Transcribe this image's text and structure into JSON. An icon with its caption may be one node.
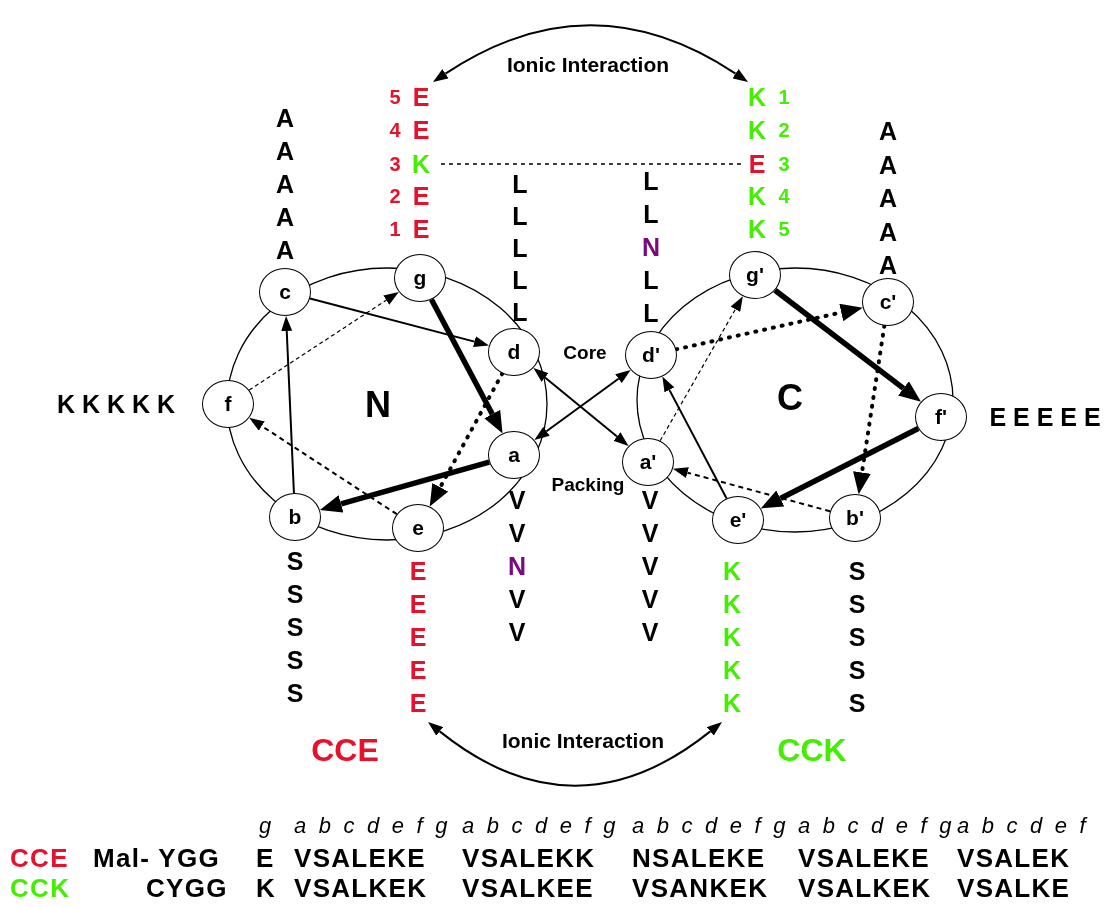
{
  "diagram": {
    "nodes": [
      {
        "text": [
          "c"
        ],
        "beside": [
          "A",
          "A",
          "A",
          "A",
          "A"
        ]
      },
      {
        "text": [
          "g"
        ]
      },
      {
        "text": [
          "d"
        ],
        "beside": [
          "L",
          "L",
          "L",
          "L",
          "L"
        ]
      },
      {
        "text": [
          "f"
        ],
        "beside": [
          "K K K K K"
        ]
      },
      {
        "text": [
          "a"
        ],
        "beside": [
          "V",
          "V",
          "N",
          "V",
          "V"
        ]
      },
      {
        "text": [
          "b"
        ],
        "beside": [
          "S",
          "S",
          "S",
          "S",
          "S"
        ]
      },
      {
        "text": [
          "e"
        ]
      },
      {
        "text": [
          "g'"
        ]
      },
      {
        "text": [
          "c'"
        ],
        "beside": [
          "A",
          "A",
          "A",
          "A",
          "A"
        ]
      },
      {
        "text": [
          "d'"
        ],
        "beside": [
          "L",
          "L",
          "N",
          "L",
          "L"
        ]
      },
      {
        "text": [
          "f'"
        ],
        "beside": [
          "E E E E E"
        ]
      },
      {
        "text": [
          "a'"
        ],
        "beside": [
          "V",
          "V",
          "V",
          "V",
          "V"
        ]
      },
      {
        "text": [
          "e'"
        ]
      },
      {
        "text": [
          "b'"
        ],
        "beside": [
          "S",
          "S",
          "S",
          "S",
          "S"
        ]
      },
      {
        "text": [
          "5",
          "E",
          "4",
          "E",
          "3",
          "K",
          "2",
          "E",
          "1",
          "E"
        ]
      },
      {
        "text": [
          "K",
          "1",
          "K",
          "2",
          "E",
          "3",
          "K",
          "4",
          "K",
          "5"
        ]
      },
      {
        "text": [
          "E",
          "E",
          "E",
          "E",
          "E"
        ]
      },
      {
        "text": [
          "K",
          "K",
          "K",
          "K",
          "K"
        ]
      }
    ],
    "edges": [
      {
        "from": 5,
        "to": 0,
        "arrow": "to"
      },
      {
        "from": 0,
        "to": 2,
        "arrow": "to"
      },
      {
        "from": 1,
        "to": 4,
        "arrow": "to",
        "style": "thick"
      },
      {
        "from": 2,
        "to": 6,
        "arrow": "to",
        "style": "dashed"
      },
      {
        "from": 4,
        "to": 5,
        "arrow": "to",
        "style": "thick"
      },
      {
        "from": 6,
        "to": 3,
        "arrow": "to",
        "style": "dashed"
      },
      {
        "from": 3,
        "to": 1,
        "arrow": "to",
        "style": "dashed"
      },
      {
        "from": 2,
        "to": 11,
        "arrow": "both"
      },
      {
        "from": 4,
        "to": 9,
        "arrow": "both"
      },
      {
        "from": 7,
        "to": 10,
        "arrow": "to",
        "style": "thick"
      },
      {
        "from": 10,
        "to": 12,
        "arrow": "to",
        "style": "thick"
      },
      {
        "from": 12,
        "to": 9,
        "arrow": "to"
      },
      {
        "from": 9,
        "to": 8,
        "arrow": "to",
        "style": "dashed"
      },
      {
        "from": 8,
        "to": 13,
        "arrow": "to",
        "style": "dashed"
      },
      {
        "from": 13,
        "to": 11,
        "arrow": "to",
        "style": "dashed"
      },
      {
        "from": 11,
        "to": 7,
        "arrow": "to",
        "style": "dashed"
      },
      {
        "from": 14,
        "to": 15,
        "arrow": "both",
        "label": "Ionic Interaction"
      },
      {
        "from": 16,
        "to": 17,
        "arrow": "both",
        "label": "Ionic Interaction"
      },
      {
        "from": 14,
        "to": 15,
        "arrow": "none",
        "style": "dashed"
      }
    ],
    "labels": [
      "N",
      "C",
      "Core",
      "Packing",
      "CCE",
      "CCK",
      "g",
      "a b c d e f g",
      "a b c d e f g",
      "a b c d e f g",
      "a b c d e f g",
      "a b c d e f",
      "CCE",
      "Mal- YGG",
      "E",
      "VSALEKE",
      "VSALEKK",
      "NSALEKE",
      "VSALEKE",
      "VSALEK",
      "CCK",
      "CYGG",
      "K",
      "VSALKEK",
      "VSALKEE",
      "VSANKEK",
      "VSALKEK",
      "VSALKE"
    ]
  }
}
